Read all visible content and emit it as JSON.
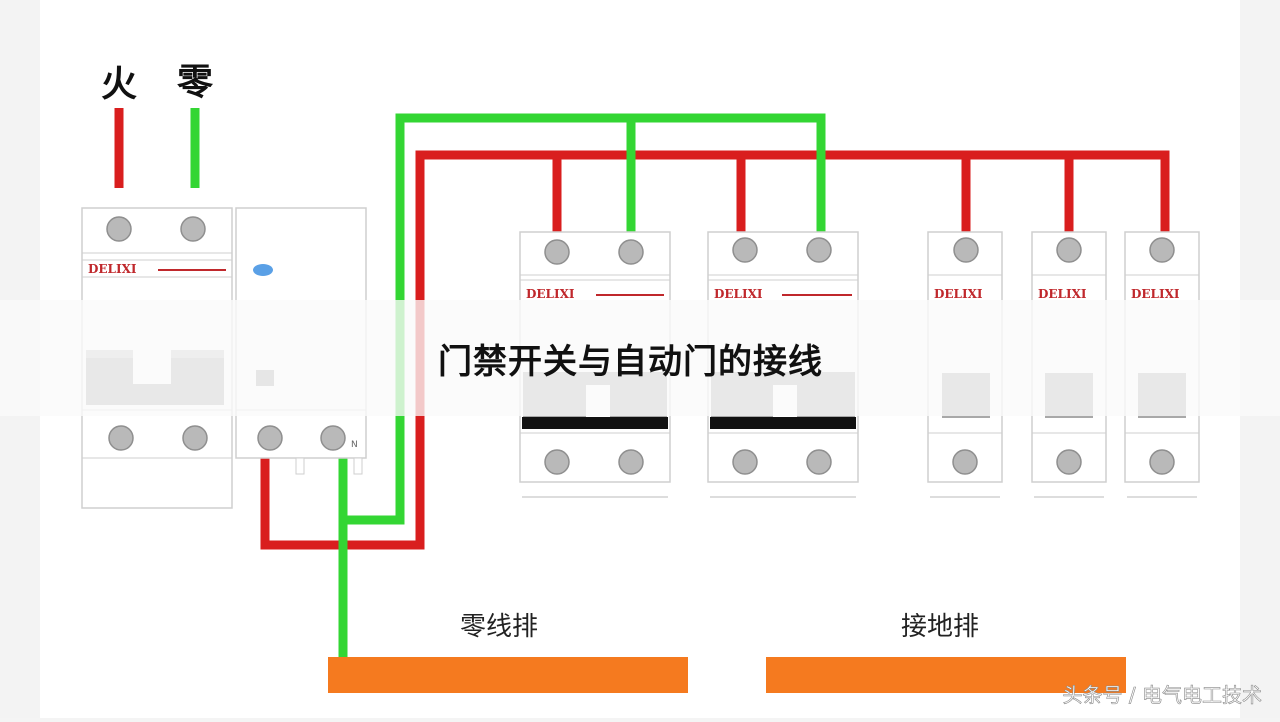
{
  "title": "门禁开关与自动门的接线",
  "labels": {
    "live": "火",
    "neutral": "零",
    "neutral_bar": "零线排",
    "ground_bar": "接地排",
    "terminal_n": "N",
    "watermark": "头条号 / 电气电工技术"
  },
  "brand": "DELIXI",
  "colors": {
    "live_wire": "#d91e1e",
    "neutral_wire": "#33d633",
    "busbar": "#f57a1f",
    "brand_text": "#c0282c",
    "terminal": "#b9b9b9",
    "handle": "#a8a8a8",
    "indicator": "#5aa0e6"
  },
  "components": {
    "main_breaker": "2P breaker with leakage module",
    "double_pole_breakers": 2,
    "single_pole_breakers": 3
  }
}
